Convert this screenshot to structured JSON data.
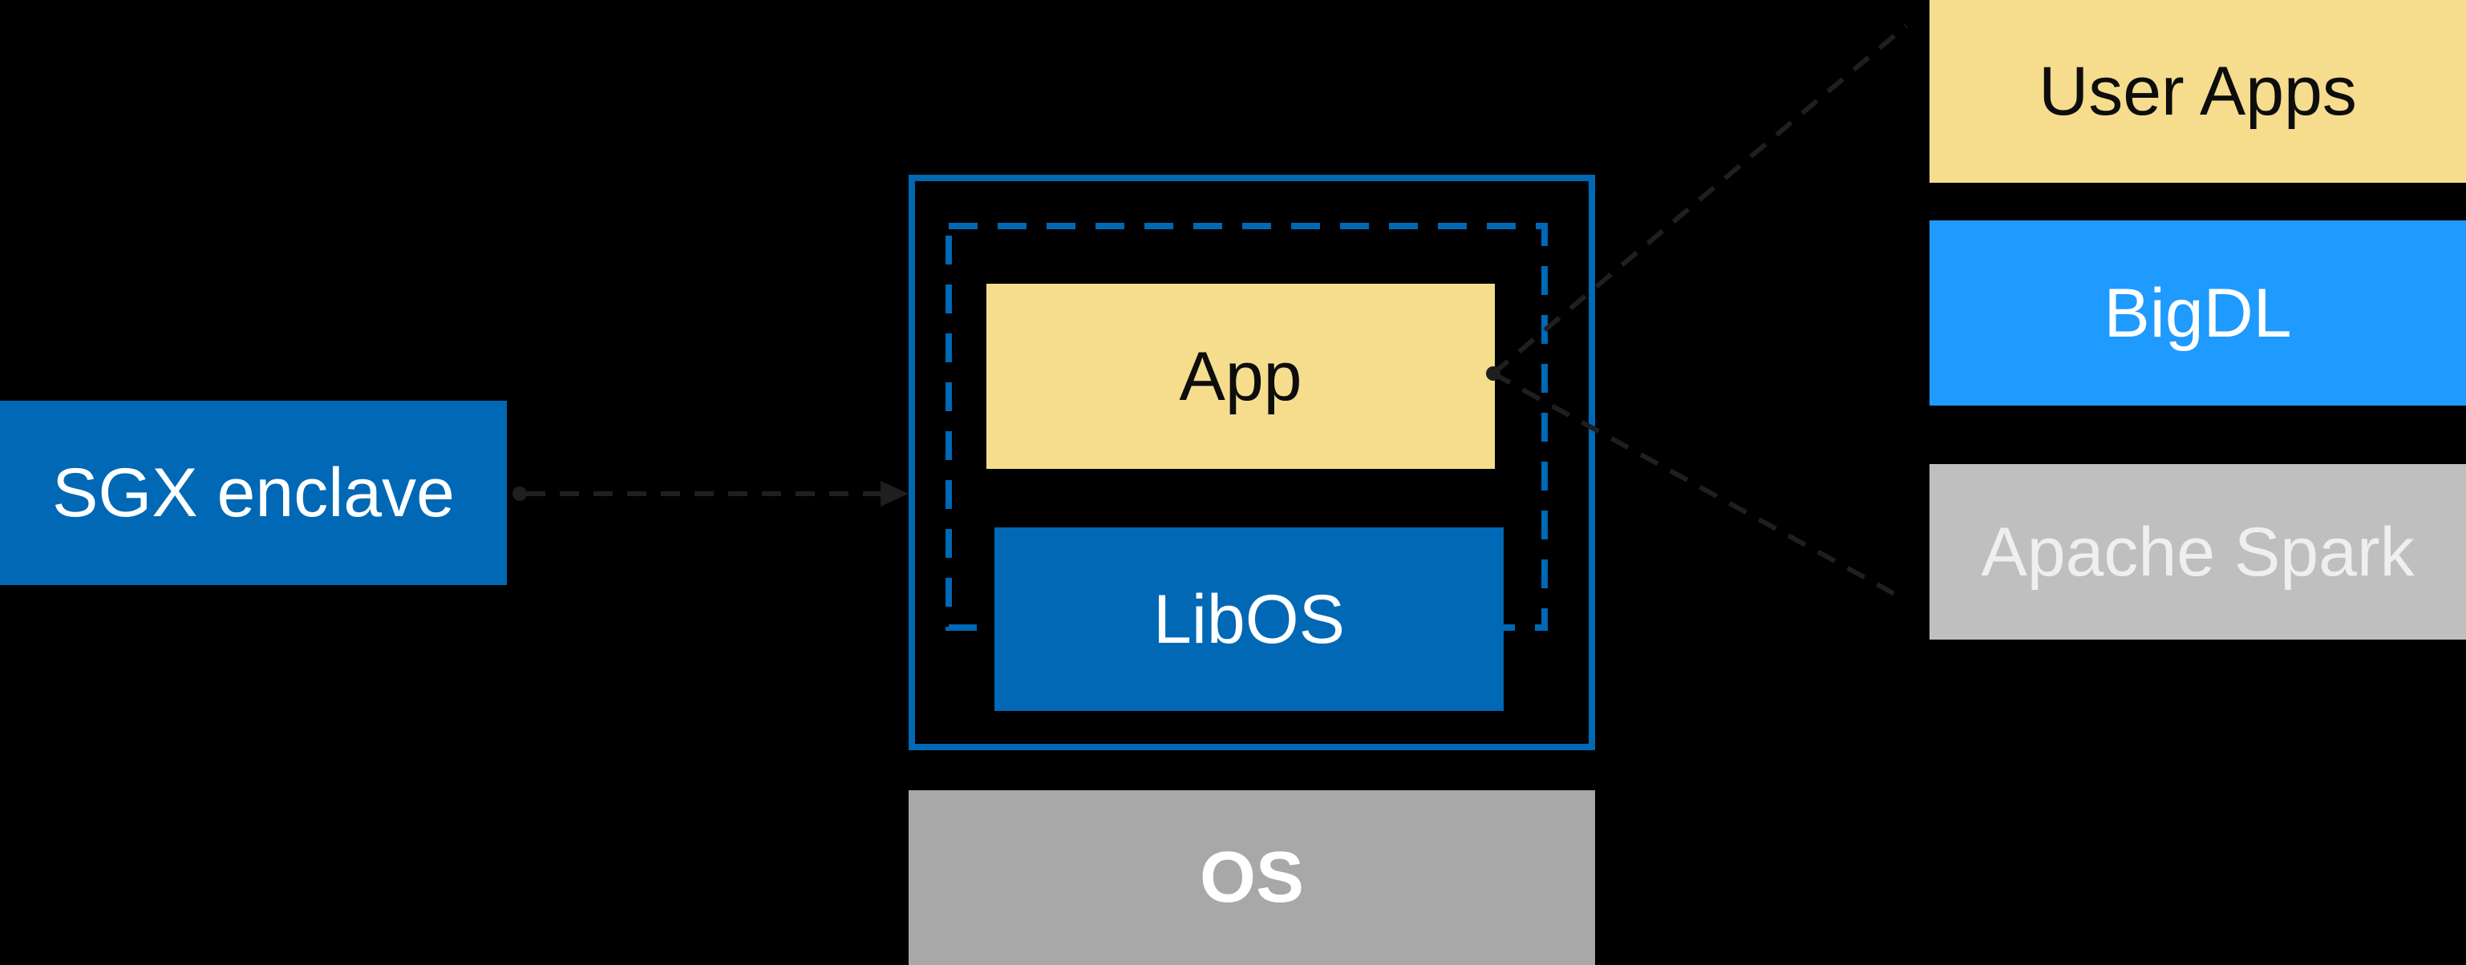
{
  "diagram": {
    "title_none": "",
    "sgx": {
      "label": "SGX enclave"
    },
    "enclave": {
      "app_label": "App",
      "libos_label": "LibOS"
    },
    "os": {
      "label": "OS"
    },
    "stack": {
      "user_apps_label": "User Apps",
      "bigdl_label": "BigDL",
      "spark_label": "Apache Spark"
    },
    "connectors": {
      "sgx_to_enclave": "dashed dark connector from SGX enclave label to enclave box",
      "app_to_stack": "dashed dark V connector from App edge toward right stack"
    },
    "colors": {
      "background": "#000000",
      "intel_blue": "#0068B5",
      "bigdl_blue": "#1F9AFF",
      "app_yellow": "#F6DD8E",
      "spark_gray": "#BFBFBF",
      "os_gray": "#A8A8A8",
      "dark_connector": "#1F1F1F",
      "dark_text": "#0D0D0D",
      "spark_text": "#EFEFEF"
    }
  }
}
